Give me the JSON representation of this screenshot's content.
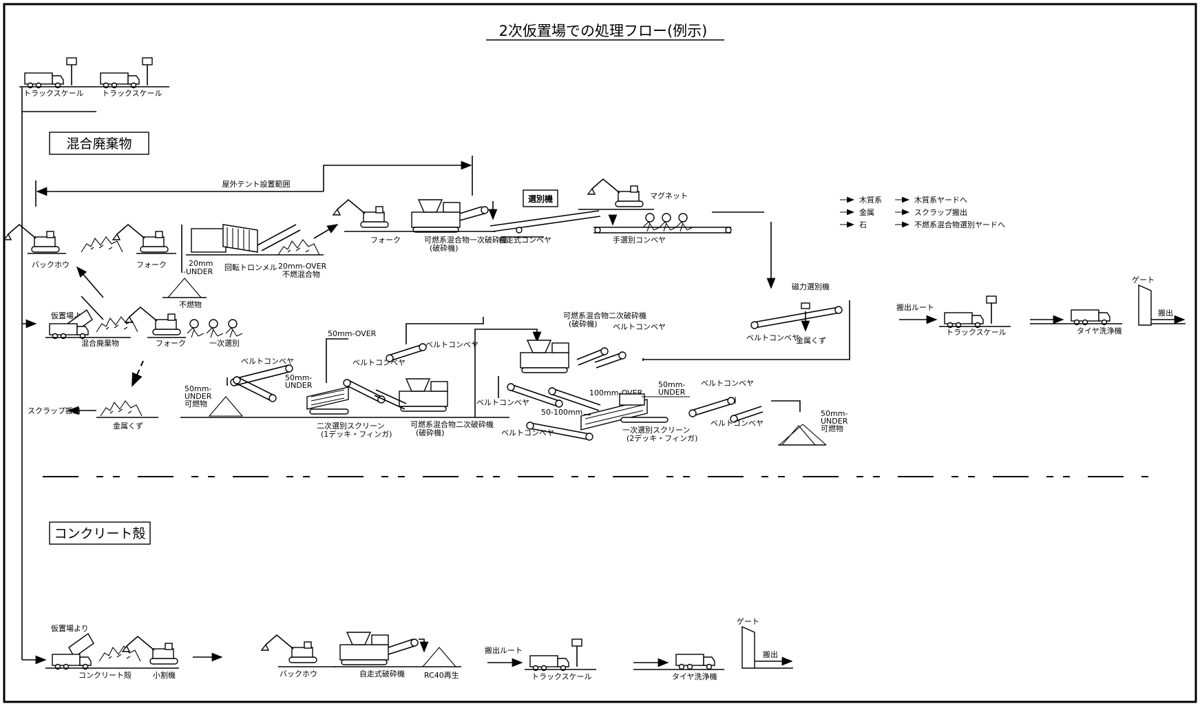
{
  "title": "2次仮置場での処理フロー(例示)",
  "sections": {
    "mixed": "混合廃棄物",
    "concrete": "コンクリート殻"
  },
  "labels": {
    "truck_scale_1": "トラックスケール",
    "truck_scale_2": "トラックスケール",
    "tent_range": "屋外テント設置範囲",
    "backhoe": "バックホウ",
    "fork_1": "フォーク",
    "fork_2": "フォーク",
    "fork_3": "フォーク",
    "rotary_trommel": "回転トロンメル",
    "under_20": "20mm\n-UNDER",
    "over_20": "20mm-OVER\n不燃混合物",
    "incombustible": "不燃物",
    "combustible_crusher_1": "可燃系混合物一次破砕機\n(破砕機)",
    "self_conveyor": "自走式コンベヤ",
    "sorting_machine": "選別機",
    "magnet": "マグネット",
    "manual_conveyor": "手選別コンベヤ",
    "out_wood": "木質系",
    "out_metal": "金属",
    "out_stone": "石",
    "dest_wood": "木質系ヤードへ",
    "dest_scrap": "スクラップ搬出",
    "dest_incombustible": "不燃系混合物選別ヤードへ",
    "from_temp": "仮置場より",
    "mixed_debris": "混合廃棄物",
    "primary_sort": "一次選別",
    "scrap_out_1": "スクラップ搬出",
    "metal_scrap_1": "金属くず",
    "over_50_top": "50mm-OVER",
    "belt_1": "ベルトコンベヤ",
    "belt_2": "ベルトコンベヤ",
    "belt_3": "ベルトコンベヤ",
    "belt_4": "ベルトコンベヤ",
    "belt_5": "ベルトコンベヤ",
    "belt_6": "ベルトコンベヤ",
    "belt_7": "ベルトコンベヤ",
    "belt_8": "ベルトコンベヤ",
    "under_50_a": "50mm-\nUNDER\n可燃物",
    "under_50_b": "50mm-\nUNDER",
    "screen_2nd": "二次選別スクリーン\n(1デッキ・フィンガ)",
    "crusher_2nd_a": "可燃系混合物二次破砕機\n(破砕機)",
    "crusher_2nd_b": "可燃系混合物二次破砕機\n(破砕機)",
    "over_100": "100mm-OVER",
    "range_50_100": "50-100mm",
    "under_50_c": "50mm-\nUNDER",
    "screen_1st": "一次選別スクリーン\n(2デッキ・フィンガ)",
    "under_50_d": "50mm-\nUNDER\n可燃物",
    "magnetic_sep": "磁力選別機",
    "belt_9": "ベルトコンベヤ",
    "metal_scrap_2": "金属くず",
    "exit_route_1": "搬出ルート",
    "truck_scale_3": "トラックスケール",
    "gate_1": "ゲート",
    "tire_wash_1": "タイヤ洗浄機",
    "out_1": "搬出",
    "from_temp_2": "仮置場より",
    "concrete_shell": "コンクリート殻",
    "small_crusher": "小割機",
    "backhoe_2": "バックホウ",
    "self_crusher": "自走式破砕機",
    "rc40": "RC40再生",
    "exit_route_2": "搬出ルート",
    "truck_scale_4": "トラックスケール",
    "gate_2": "ゲート",
    "tire_wash_2": "タイヤ洗浄機",
    "out_2": "搬出"
  }
}
